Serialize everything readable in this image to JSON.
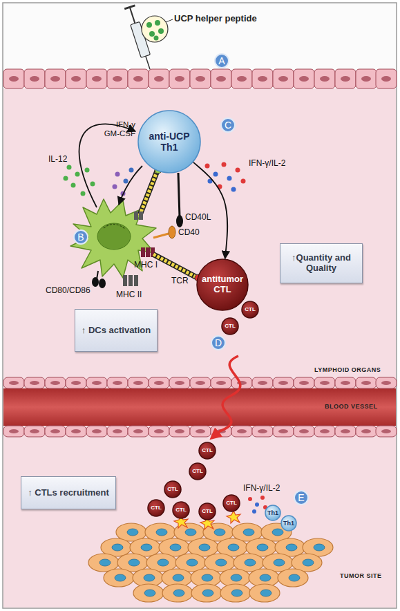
{
  "diagram": {
    "nodes": [
      {
        "text": [
          "anti-UCP Th1"
        ]
      },
      {
        "text": [
          "↑Quantity and Quality"
        ]
      },
      {
        "text": [
          "antitumor CTL"
        ]
      },
      {
        "text": [
          "CTL"
        ]
      },
      {
        "text": [
          "↑ DCs activation"
        ]
      },
      {
        "text": [
          "CTL"
        ]
      },
      {
        "text": [
          "CTL"
        ]
      },
      {
        "text": [
          "CTL"
        ]
      },
      {
        "text": [
          "↑ CTLs recruitment"
        ]
      },
      {
        "text": [
          "CTL"
        ]
      },
      {
        "text": [
          "CTL"
        ]
      },
      {
        "text": [
          "CTL"
        ]
      },
      {
        "text": [
          "CTL"
        ]
      },
      {
        "text": [
          "CTL"
        ]
      },
      {
        "text": [
          "Th1"
        ]
      },
      {
        "text": [
          "Th1"
        ]
      }
    ],
    "edges": [
      {
        "from": 0,
        "to": 2,
        "arrow": "to"
      }
    ],
    "labels": [
      "UCP helper peptide",
      "A",
      "B",
      "C",
      "D",
      "E",
      "IL-12",
      "IFN-γ GM-CSF",
      "CD40L",
      "CD40",
      "IFN-γ/IL-2",
      "TCR",
      "CD80/CD86",
      "MHC II",
      "MHC I",
      "LYMPHOID ORGANS",
      "BLOOD VESSEL",
      "IFN-γ/IL-2",
      "TUMOR SITE"
    ]
  }
}
